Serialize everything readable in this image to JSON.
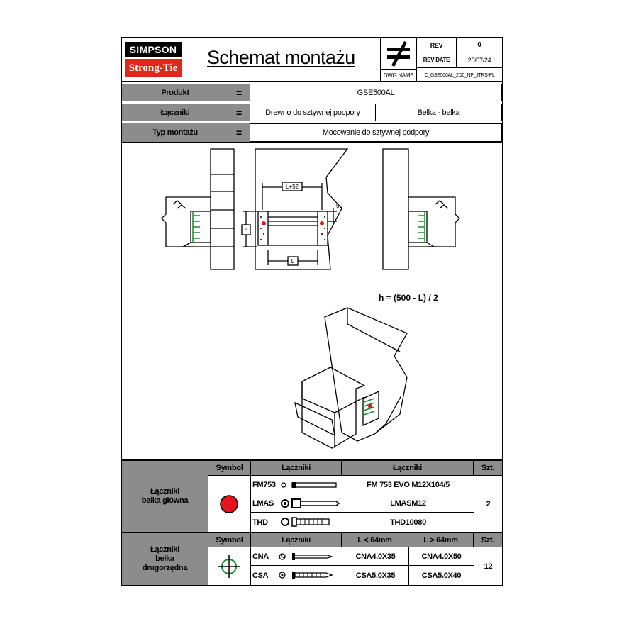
{
  "logo": {
    "top": "SIMPSON",
    "bottom": "Strong-Tie"
  },
  "header": {
    "title": "Schemat montażu",
    "rev_label": "REV",
    "rev_value": "0",
    "rev_date_label": "REV DATE",
    "rev_date_value": "25/07/24",
    "dwg_label": "DWG NAME",
    "dwg_value": "C_GSE500AL_2D0_NP_JTRS-PL"
  },
  "info": {
    "eq": "=",
    "rows": [
      {
        "label": "Produkt",
        "value": "GSE500AL"
      },
      {
        "label": "Łączniki",
        "value1": "Drewno do sztywnej podpory",
        "value2": "Belka - belka"
      },
      {
        "label": "Typ montażu",
        "value": "Mocowanie do sztywnej podpory"
      }
    ]
  },
  "drawing": {
    "dim_top": "L+52",
    "dim_right": "50",
    "dim_left": "h",
    "dim_bottom": "L",
    "formula": "h = (500 - L) / 2"
  },
  "table1": {
    "group_label": "Łączniki\nbelka główna",
    "h_symbol": "Symbol",
    "h_fasteners": "Łączniki",
    "h_fasteners2": "Łączniki",
    "h_qty": "Szt.",
    "rows": [
      {
        "code": "FM753",
        "name": "FM 753 EVO M12X104/5"
      },
      {
        "code": "LMAS",
        "name": "LMASM12"
      },
      {
        "code": "THD",
        "name": "THD10080"
      }
    ],
    "qty": "2",
    "symbol_color": "#e3141b"
  },
  "table2": {
    "group_label": "Łączniki\nbelka\ndrugorzędna",
    "h_symbol": "Symbol",
    "h_fasteners": "Łączniki",
    "h_small": "L < 64mm",
    "h_large": "L > 64mm",
    "h_qty": "Szt.",
    "rows": [
      {
        "code": "CNA",
        "small": "CNA4.0X35",
        "large": "CNA4.0X50"
      },
      {
        "code": "CSA",
        "small": "CSA5.0X35",
        "large": "CSA5.0X40"
      }
    ],
    "qty": "12",
    "symbol_color": "#1a8a2a"
  }
}
